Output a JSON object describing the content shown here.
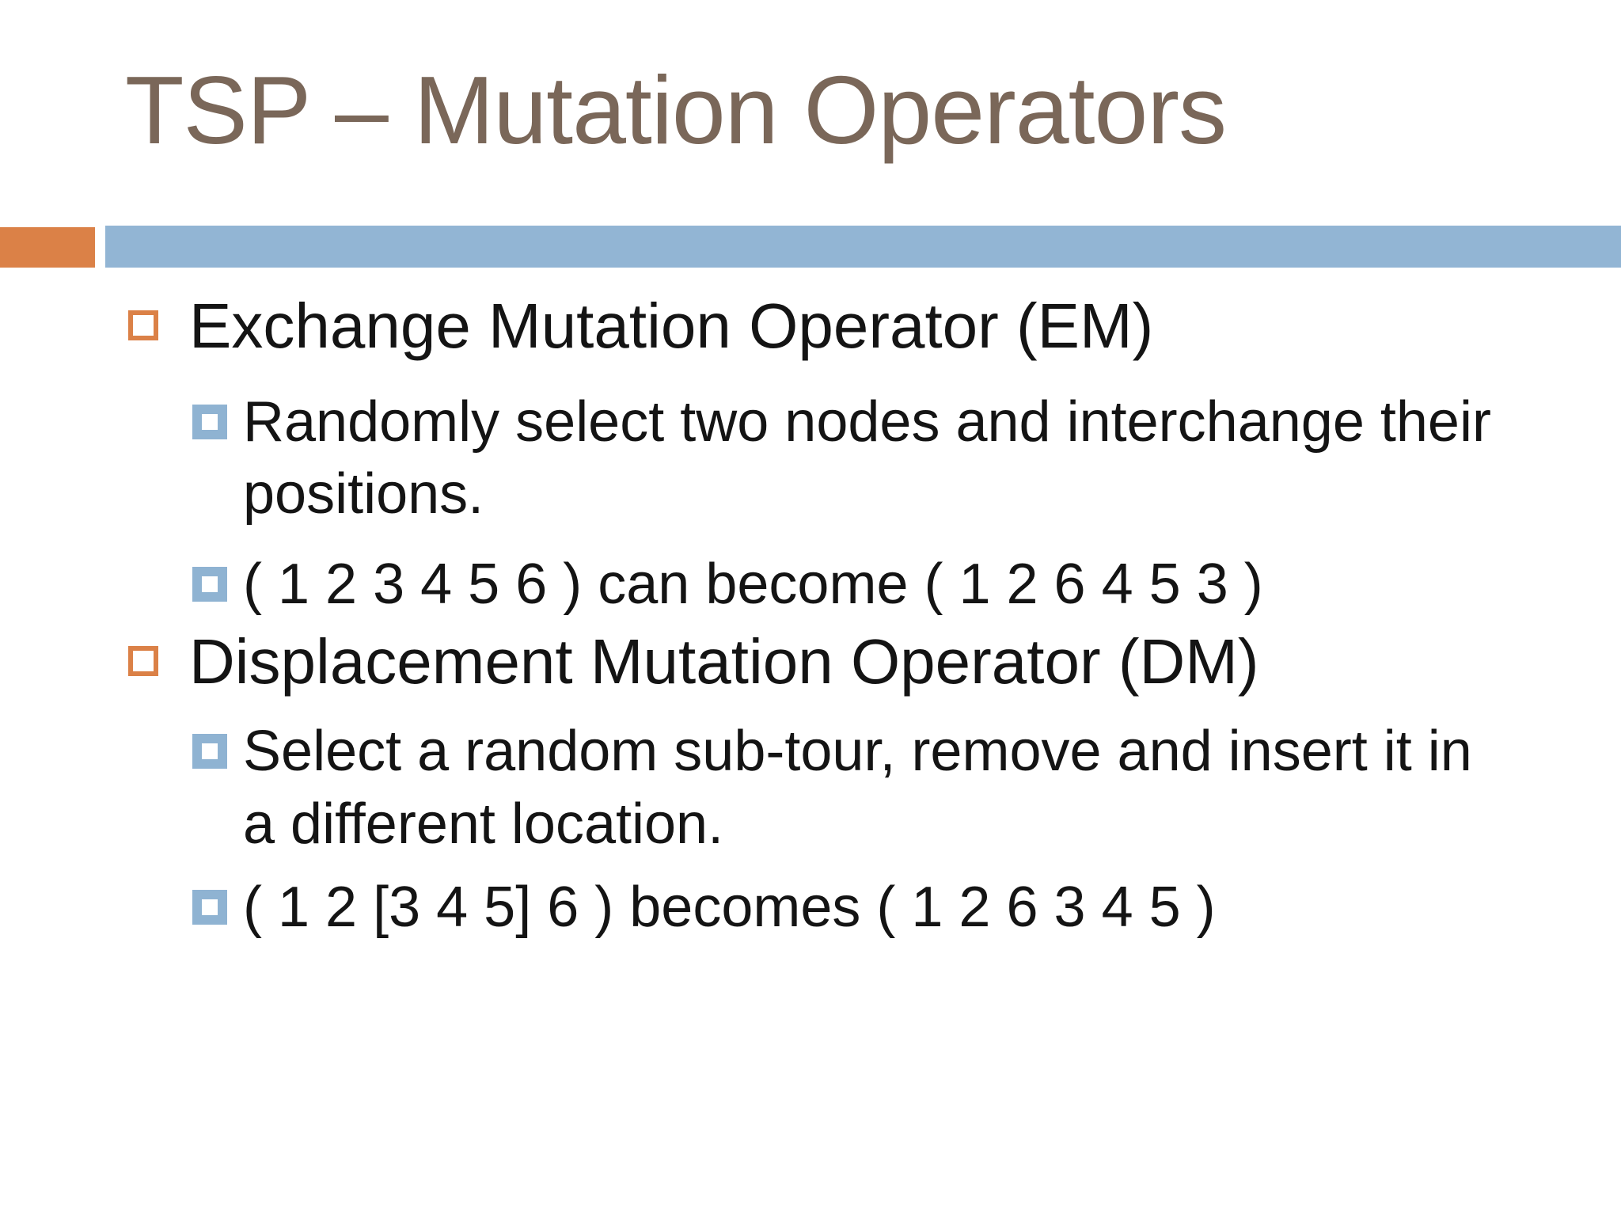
{
  "slide": {
    "title": "TSP – Mutation Operators",
    "colors": {
      "accent_orange": "#db8147",
      "accent_blue": "#92b5d4",
      "title_brown": "#7a6759",
      "body_text": "#141414"
    },
    "bullets": [
      {
        "level": 1,
        "text": "Exchange Mutation Operator (EM)"
      },
      {
        "level": 2,
        "text": "Randomly select two nodes and interchange their positions."
      },
      {
        "level": 2,
        "text": "( 1 2 3 4 5 6 ) can become ( 1 2 6 4 5 3 )"
      },
      {
        "level": 1,
        "text": "Displacement Mutation Operator (DM)"
      },
      {
        "level": 2,
        "text": "Select a random sub-tour, remove and insert it in a different location."
      },
      {
        "level": 2,
        "text": "( 1 2 [3 4 5] 6 ) becomes ( 1 2 6 3 4 5 )"
      }
    ]
  }
}
